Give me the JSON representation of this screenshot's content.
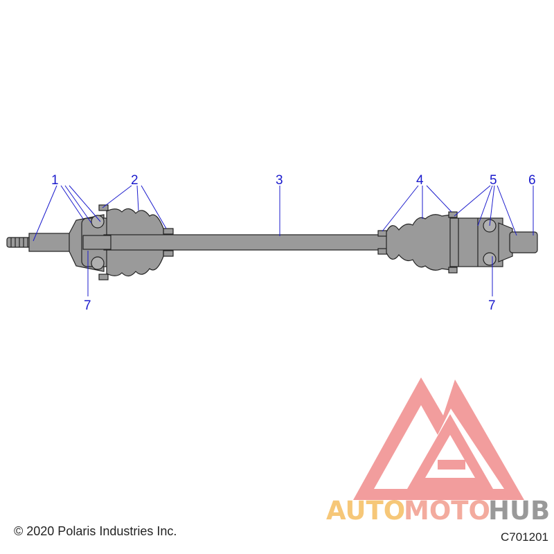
{
  "callouts": {
    "c1": "1",
    "c2": "2",
    "c3": "3",
    "c4": "4",
    "c5": "5",
    "c6": "6",
    "c7_left": "7",
    "c7_right": "7"
  },
  "footer": {
    "copyright": "© 2020 Polaris Industries Inc.",
    "drawing_code": "C701201"
  },
  "watermark": {
    "part1": "AUTO",
    "part2": "MOTO",
    "part3": "HUB",
    "colors": {
      "auto": "#f6c16a",
      "moto": "#f2a394",
      "hub": "#8f8f8f",
      "logo": "#ee7d7d"
    }
  },
  "colors": {
    "callout": "#1a1acc",
    "part_fill": "#9a9a9a",
    "outline": "#222222"
  }
}
